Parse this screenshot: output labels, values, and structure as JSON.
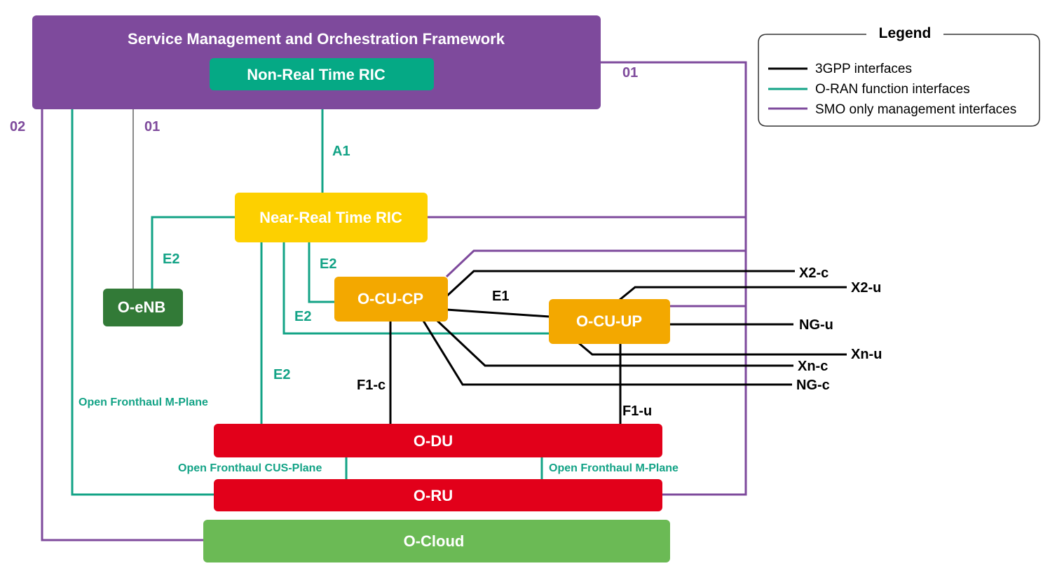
{
  "boxes": {
    "smo": "Service Management and Orchestration Framework",
    "non_rt_ric": "Non-Real Time RIC",
    "near_rt_ric": "Near-Real Time RIC",
    "o_enb": "O-eNB",
    "o_cu_cp": "O-CU-CP",
    "o_cu_up": "O-CU-UP",
    "o_du": "O-DU",
    "o_ru": "O-RU",
    "o_cloud": "O-Cloud"
  },
  "labels": {
    "o1_right": "01",
    "o2_left": "02",
    "o1_left": "01",
    "a1": "A1",
    "e2_enb": "E2",
    "e2_cucp": "E2",
    "e2_cuup": "E2",
    "e2_du": "E2",
    "e1": "E1",
    "f1c": "F1-c",
    "f1u": "F1-u",
    "x2c": "X2-c",
    "x2u": "X2-u",
    "ngu": "NG-u",
    "xnu": "Xn-u",
    "xnc": "Xn-c",
    "ngc": "NG-c",
    "ofh_mplane_left": "Open Fronthaul M-Plane",
    "ofh_cus_plane": "Open Fronthaul CUS-Plane",
    "ofh_mplane_right": "Open Fronthaul M-Plane"
  },
  "legend": {
    "title": "Legend",
    "items": [
      {
        "label": "3GPP interfaces",
        "color": "#000000"
      },
      {
        "label": "O-RAN function interfaces",
        "color": "#13a386"
      },
      {
        "label": "SMO only management interfaces",
        "color": "#7e4a9c"
      }
    ]
  },
  "colors": {
    "smo": "#7e4a9c",
    "non_rt_ric": "#05a985",
    "near_rt_ric": "#fdd000",
    "o_enb": "#327a37",
    "o_cu": "#f3a800",
    "o_du_ru": "#e2001a",
    "o_cloud": "#6bba55"
  }
}
